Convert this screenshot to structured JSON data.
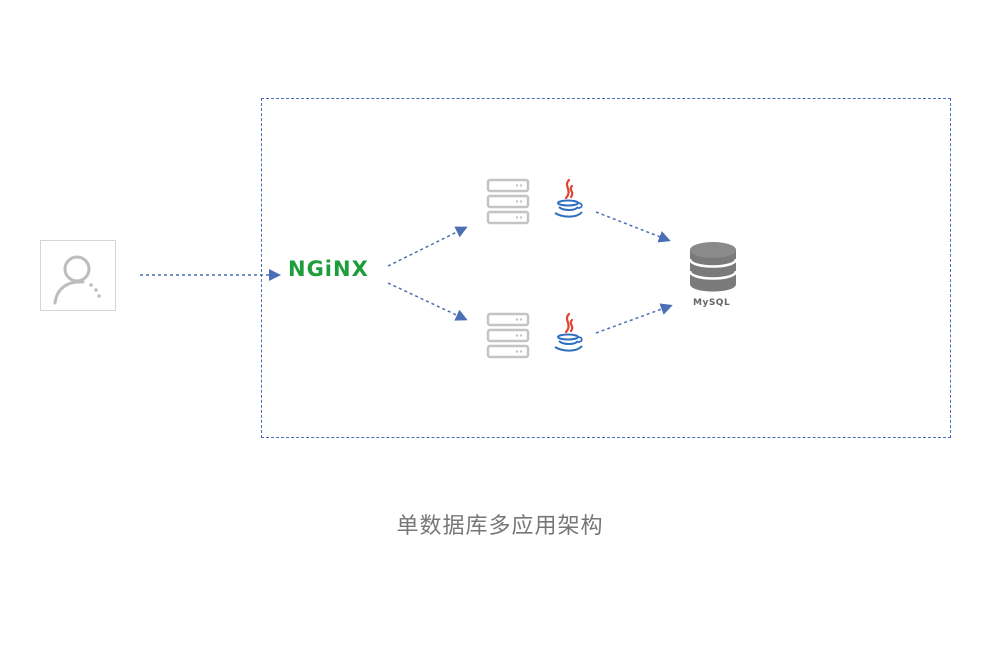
{
  "diagram": {
    "caption": "单数据库多应用架构",
    "nodes": {
      "user": {
        "icon": "user-icon"
      },
      "load_balancer": {
        "label": "NGiNX",
        "color": "#1e9e3a"
      },
      "app_servers": [
        {
          "icon": "server-icon",
          "runtime_icon": "java-icon"
        },
        {
          "icon": "server-icon",
          "runtime_icon": "java-icon"
        }
      ],
      "database": {
        "icon": "database-icon",
        "label": "MySQL"
      }
    },
    "edges": [
      {
        "from": "user",
        "to": "load_balancer"
      },
      {
        "from": "load_balancer",
        "to": "app_server_1"
      },
      {
        "from": "load_balancer",
        "to": "app_server_2"
      },
      {
        "from": "app_server_1",
        "to": "database"
      },
      {
        "from": "app_server_2",
        "to": "database"
      }
    ],
    "colors": {
      "arrow": "#4a6fb5",
      "boundary": "#4a6fb5",
      "icon_gray": "#bdbdbd",
      "java_red": "#e2412f",
      "java_blue": "#2f6fc0"
    }
  }
}
